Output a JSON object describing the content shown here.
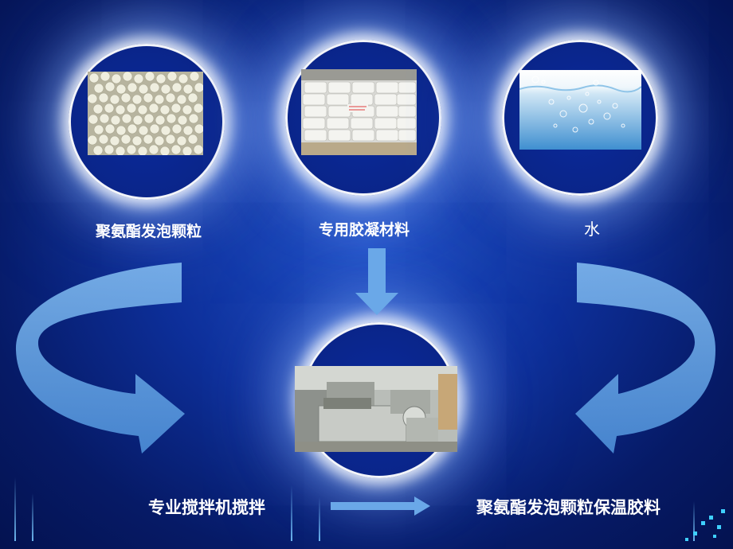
{
  "inputs": [
    {
      "label": "聚氨酯发泡颗粒",
      "icon": "foam-granules-photo"
    },
    {
      "label": "专用胶凝材料",
      "icon": "cement-bags-photo"
    },
    {
      "label": "水",
      "icon": "water-photo"
    }
  ],
  "process": {
    "label": "专业搅拌机搅拌",
    "icon": "mixer-machine-photo"
  },
  "output": {
    "label": "聚氨酯发泡颗粒保温胶料"
  },
  "colors": {
    "background": "#0d2f9a",
    "arrow": "#6aa8e8",
    "glow": "#ffffff"
  }
}
